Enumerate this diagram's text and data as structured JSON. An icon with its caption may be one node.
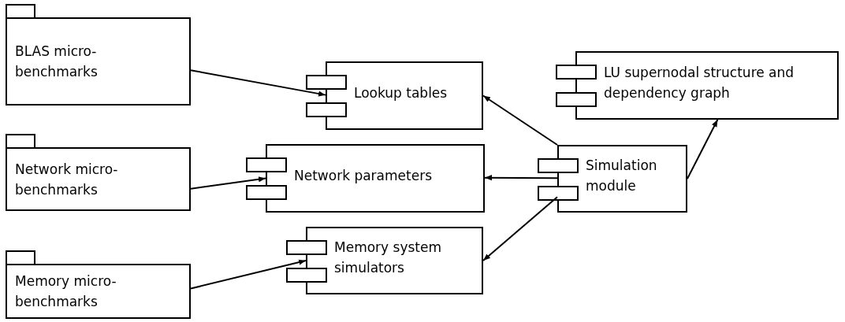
{
  "diagram": {
    "nodes": [
      {
        "text": [
          "BLAS micro-benchmarks"
        ]
      },
      {
        "text": [
          "Lookup tables"
        ]
      },
      {
        "text": [
          "LU supernodal structure and dependency graph"
        ]
      },
      {
        "text": [
          "Network micro-benchmarks"
        ]
      },
      {
        "text": [
          "Network parameters"
        ]
      },
      {
        "text": [
          "Simulation module"
        ]
      },
      {
        "text": [
          "Memory micro-benchmarks"
        ]
      },
      {
        "text": [
          "Memory system simulators"
        ]
      }
    ],
    "edges": [
      {
        "from": 0,
        "to": 1,
        "arrow": "to"
      },
      {
        "from": 3,
        "to": 4,
        "arrow": "to"
      },
      {
        "from": 6,
        "to": 7,
        "arrow": "to"
      },
      {
        "from": 5,
        "to": 1,
        "arrow": "to"
      },
      {
        "from": 5,
        "to": 4,
        "arrow": "to"
      },
      {
        "from": 5,
        "to": 7,
        "arrow": "to"
      },
      {
        "from": 5,
        "to": 2,
        "arrow": "to"
      }
    ]
  }
}
